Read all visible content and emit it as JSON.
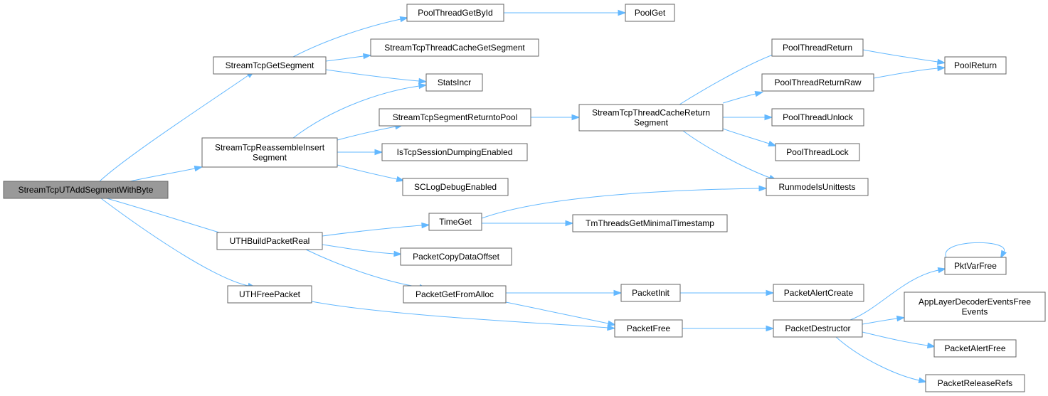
{
  "diagram": {
    "type": "call-graph",
    "root": "StreamTcpUTAddSegmentWithByte",
    "colors": {
      "edge": "#63b8ff",
      "node_border": "#666666",
      "node_fill": "#ffffff",
      "root_fill": "#999999"
    },
    "nodes": [
      {
        "id": "root",
        "lines": [
          "StreamTcpUTAddSegmentWithByte"
        ],
        "root": true
      },
      {
        "id": "getseg",
        "lines": [
          "StreamTcpGetSegment"
        ]
      },
      {
        "id": "reasm",
        "lines": [
          "StreamTcpReassembleInsert",
          "Segment"
        ]
      },
      {
        "id": "uthbuild",
        "lines": [
          "UTHBuildPacketReal"
        ]
      },
      {
        "id": "uthfree",
        "lines": [
          "UTHFreePacket"
        ]
      },
      {
        "id": "poolgetbyid",
        "lines": [
          "PoolThreadGetById"
        ]
      },
      {
        "id": "cacheget",
        "lines": [
          "StreamTcpThreadCacheGetSegment"
        ]
      },
      {
        "id": "statsincr",
        "lines": [
          "StatsIncr"
        ]
      },
      {
        "id": "segret",
        "lines": [
          "StreamTcpSegmentReturntoPool"
        ]
      },
      {
        "id": "istcp",
        "lines": [
          "IsTcpSessionDumpingEnabled"
        ]
      },
      {
        "id": "sclog",
        "lines": [
          "SCLogDebugEnabled"
        ]
      },
      {
        "id": "timeget",
        "lines": [
          "TimeGet"
        ]
      },
      {
        "id": "pcopy",
        "lines": [
          "PacketCopyDataOffset"
        ]
      },
      {
        "id": "pgfa",
        "lines": [
          "PacketGetFromAlloc"
        ]
      },
      {
        "id": "poolget",
        "lines": [
          "PoolGet"
        ]
      },
      {
        "id": "cacheret",
        "lines": [
          "StreamTcpThreadCacheReturn",
          "Segment"
        ]
      },
      {
        "id": "tmthreads",
        "lines": [
          "TmThreadsGetMinimalTimestamp"
        ]
      },
      {
        "id": "pinit",
        "lines": [
          "PacketInit"
        ]
      },
      {
        "id": "pfree",
        "lines": [
          "PacketFree"
        ]
      },
      {
        "id": "ptret",
        "lines": [
          "PoolThreadReturn"
        ]
      },
      {
        "id": "ptretraw",
        "lines": [
          "PoolThreadReturnRaw"
        ]
      },
      {
        "id": "ptunlock",
        "lines": [
          "PoolThreadUnlock"
        ]
      },
      {
        "id": "ptlock",
        "lines": [
          "PoolThreadLock"
        ]
      },
      {
        "id": "runmode",
        "lines": [
          "RunmodeIsUnittests"
        ]
      },
      {
        "id": "palertcreate",
        "lines": [
          "PacketAlertCreate"
        ]
      },
      {
        "id": "pdestr",
        "lines": [
          "PacketDestructor"
        ]
      },
      {
        "id": "poolreturn",
        "lines": [
          "PoolReturn"
        ]
      },
      {
        "id": "pktvar",
        "lines": [
          "PktVarFree"
        ]
      },
      {
        "id": "applayer",
        "lines": [
          "AppLayerDecoderEventsFree",
          "Events"
        ]
      },
      {
        "id": "palertfree",
        "lines": [
          "PacketAlertFree"
        ]
      },
      {
        "id": "prelease",
        "lines": [
          "PacketReleaseRefs"
        ]
      }
    ],
    "edges": [
      [
        "root",
        "getseg"
      ],
      [
        "root",
        "reasm"
      ],
      [
        "root",
        "uthbuild"
      ],
      [
        "root",
        "uthfree"
      ],
      [
        "getseg",
        "poolgetbyid"
      ],
      [
        "getseg",
        "cacheget"
      ],
      [
        "getseg",
        "statsincr"
      ],
      [
        "poolgetbyid",
        "poolget"
      ],
      [
        "reasm",
        "statsincr"
      ],
      [
        "reasm",
        "segret"
      ],
      [
        "reasm",
        "istcp"
      ],
      [
        "reasm",
        "sclog"
      ],
      [
        "segret",
        "cacheret"
      ],
      [
        "cacheret",
        "ptret"
      ],
      [
        "cacheret",
        "ptretraw"
      ],
      [
        "cacheret",
        "ptunlock"
      ],
      [
        "cacheret",
        "ptlock"
      ],
      [
        "cacheret",
        "runmode"
      ],
      [
        "ptret",
        "poolreturn"
      ],
      [
        "ptretraw",
        "poolreturn"
      ],
      [
        "uthbuild",
        "timeget"
      ],
      [
        "uthbuild",
        "pcopy"
      ],
      [
        "uthbuild",
        "pgfa"
      ],
      [
        "timeget",
        "runmode"
      ],
      [
        "timeget",
        "tmthreads"
      ],
      [
        "pgfa",
        "pinit"
      ],
      [
        "pgfa",
        "pfree"
      ],
      [
        "pinit",
        "palertcreate"
      ],
      [
        "uthfree",
        "pfree"
      ],
      [
        "pfree",
        "pdestr"
      ],
      [
        "pdestr",
        "pktvar"
      ],
      [
        "pdestr",
        "applayer"
      ],
      [
        "pdestr",
        "palertfree"
      ],
      [
        "pdestr",
        "prelease"
      ],
      [
        "pktvar",
        "pktvar"
      ]
    ]
  }
}
